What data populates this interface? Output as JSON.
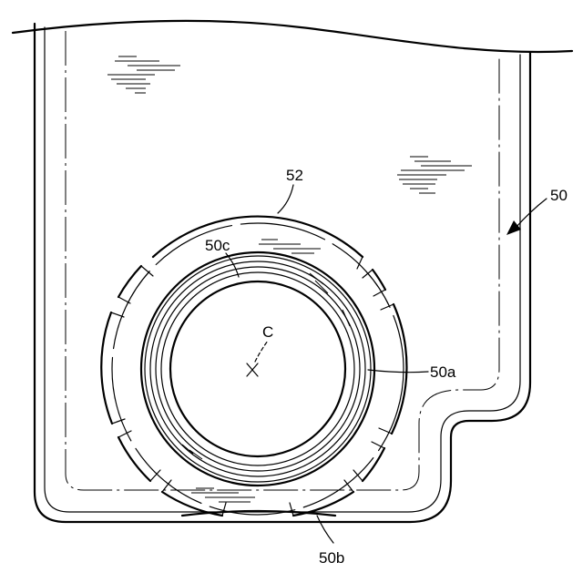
{
  "diagram": {
    "labels": {
      "housing": "50",
      "ring": "52",
      "opening": "50a",
      "bottom": "50b",
      "inner_wall": "50c",
      "center": "C"
    }
  }
}
